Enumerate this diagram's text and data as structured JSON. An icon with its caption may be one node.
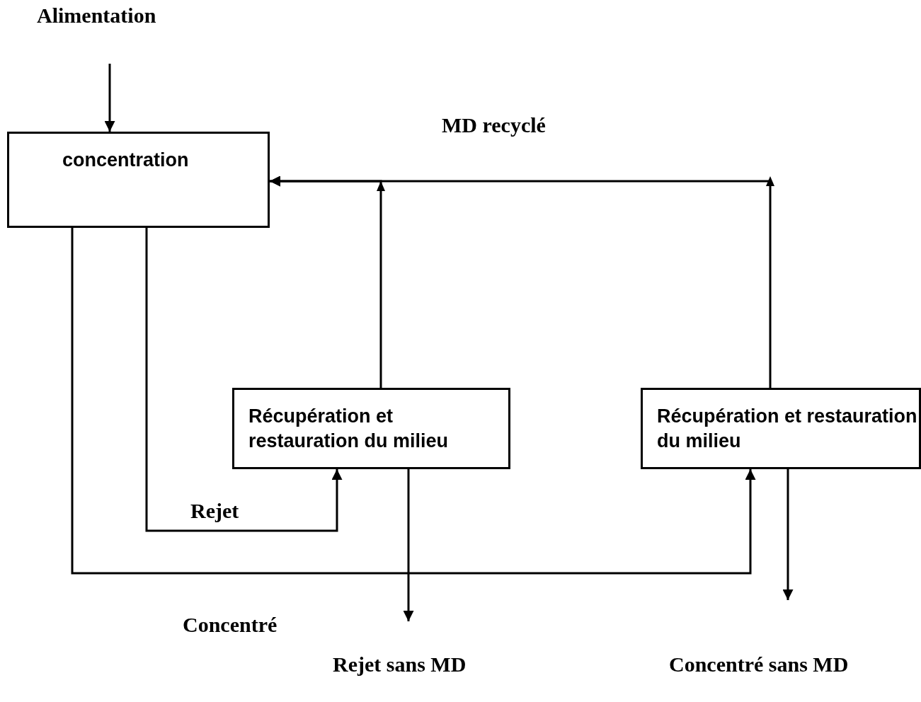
{
  "diagram": {
    "nodes": [
      {
        "text": [
          "Alimentation"
        ]
      },
      {
        "text": [
          "concentration"
        ]
      },
      {
        "text": [
          "Récupération et restauration du milieu"
        ]
      },
      {
        "text": [
          "Récupération et restauration du milieu"
        ]
      },
      {
        "text": [
          "Rejet sans MD"
        ]
      },
      {
        "text": [
          "Concentré sans MD"
        ]
      }
    ],
    "edges": [
      {
        "from": 0,
        "to": 1,
        "arrow": "to"
      },
      {
        "from": 1,
        "to": 2,
        "arrow": "to"
      },
      {
        "from": 1,
        "to": 3,
        "arrow": "to"
      },
      {
        "from": 2,
        "to": 1,
        "arrow": "to"
      },
      {
        "from": 3,
        "to": 1,
        "arrow": "to"
      },
      {
        "from": 2,
        "to": 4,
        "arrow": "to"
      },
      {
        "from": 3,
        "to": 5,
        "arrow": "to"
      }
    ],
    "labels": [
      "MD recyclé",
      "Rejet",
      "Concentré"
    ]
  }
}
